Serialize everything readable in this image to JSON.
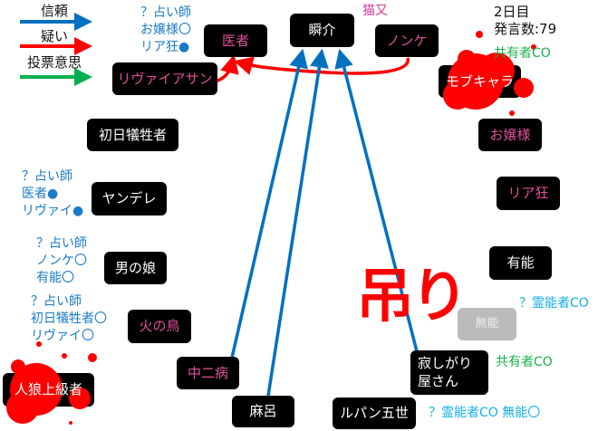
{
  "legend": {
    "trust": "信頼",
    "doubt": "疑い",
    "vote": "投票意思",
    "colors": {
      "trust": "#0070c0",
      "doubt": "#ff0000",
      "vote": "#00b050"
    }
  },
  "status": {
    "day": "2日目",
    "posts": "発言数:79"
  },
  "nodes": {
    "isha": "医者",
    "shunsuke": "瞬介",
    "nonke": "ノンケ",
    "leviathan": "リヴァイアサン",
    "mobchara": "モブキャラ",
    "shonichi": "初日犠牲者",
    "ojousama": "お嬢様",
    "yandere": "ヤンデレ",
    "riakyo": "リア狂",
    "otokonoko": "男の娘",
    "yuunou": "有能",
    "hinotori": "火の鳥",
    "munou": "無能",
    "chuunibyou": "中二病",
    "sabishigari": "寂しがり屋さん",
    "jinrou": "人狼上級者",
    "maro": "麻呂",
    "lupin": "ルパン五世"
  },
  "labels": {
    "nekomata": "猫又",
    "co_shared_1": "共有者CO",
    "co_shared_2": "共有者CO",
    "co_medium_1": "？霊能者CO",
    "co_medium_2": "？霊能者CO 無能〇",
    "hang": "吊り",
    "seer1": [
      "？占い師",
      "お嬢様〇",
      "リア狂●"
    ],
    "seer2": [
      "？占い師",
      "医者●",
      "リヴァイ●"
    ],
    "seer3": [
      "？占い師",
      "ノンケ〇",
      "有能〇"
    ],
    "seer4": [
      "？占い師",
      "初日犠牲者〇",
      "リヴァイ〇"
    ]
  }
}
